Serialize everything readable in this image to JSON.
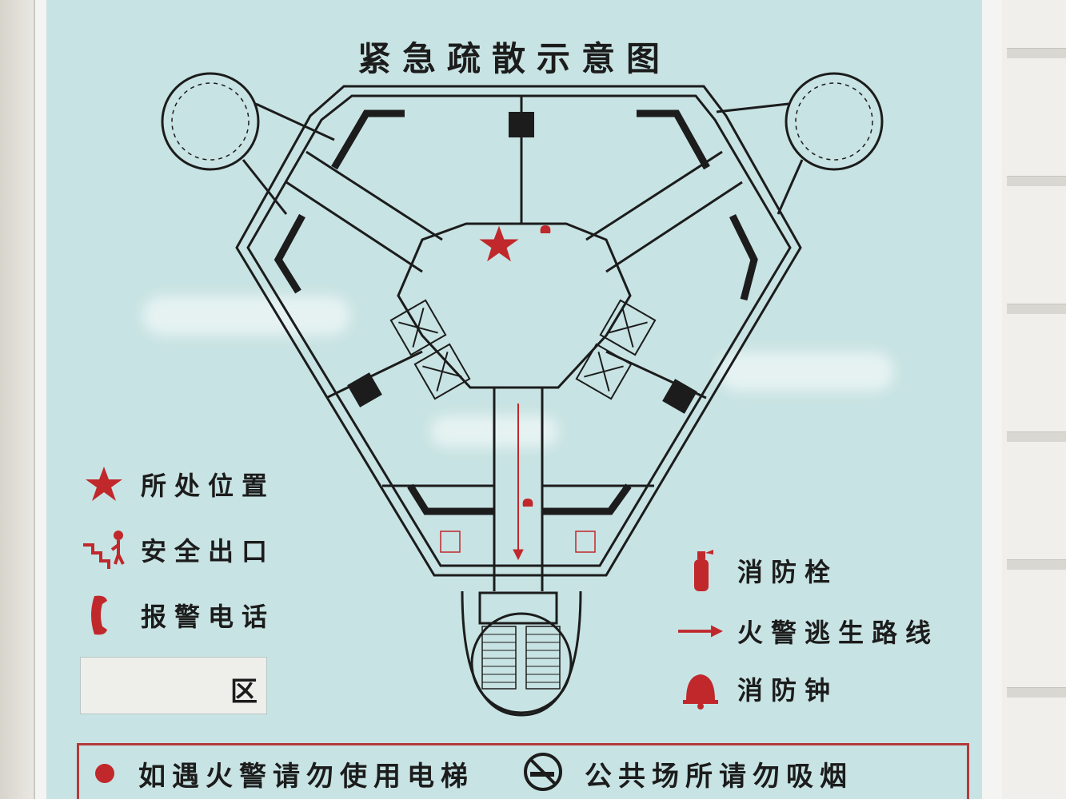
{
  "title": "紧急疏散示意图",
  "legend_left": [
    {
      "icon": "star-icon",
      "label": "所处位置"
    },
    {
      "icon": "exit-icon",
      "label": "安全出口"
    },
    {
      "icon": "phone-icon",
      "label": "报警电话"
    }
  ],
  "legend_right": [
    {
      "icon": "fire-extinguisher-icon",
      "label": "消防栓"
    },
    {
      "icon": "arrow-icon",
      "label": "火警逃生路线"
    },
    {
      "icon": "bell-icon",
      "label": "消防钟"
    }
  ],
  "zone_label": "区",
  "notice": {
    "left": "如遇火警请勿使用电梯",
    "right": "公共场所请勿吸烟"
  },
  "colors": {
    "board": "#c8e3e3",
    "red": "#c0282c",
    "ink": "#1c1c1c"
  }
}
